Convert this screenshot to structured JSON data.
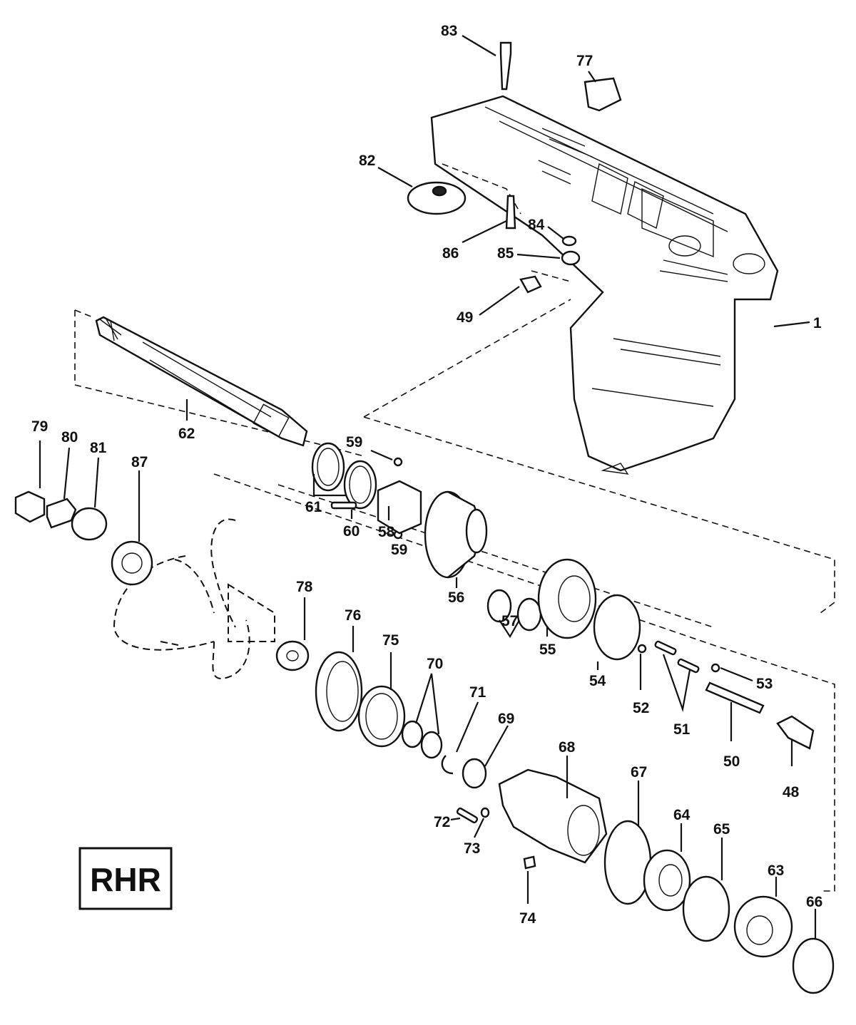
{
  "diagram": {
    "badge": "RHR",
    "part_labels": [
      "1",
      "48",
      "49",
      "50",
      "51",
      "52",
      "53",
      "54",
      "55",
      "56",
      "57",
      "58",
      "59",
      "59",
      "60",
      "61",
      "62",
      "63",
      "64",
      "65",
      "66",
      "67",
      "68",
      "69",
      "70",
      "71",
      "72",
      "73",
      "74",
      "75",
      "76",
      "77",
      "78",
      "79",
      "80",
      "81",
      "82",
      "83",
      "84",
      "85",
      "86",
      "87"
    ]
  }
}
